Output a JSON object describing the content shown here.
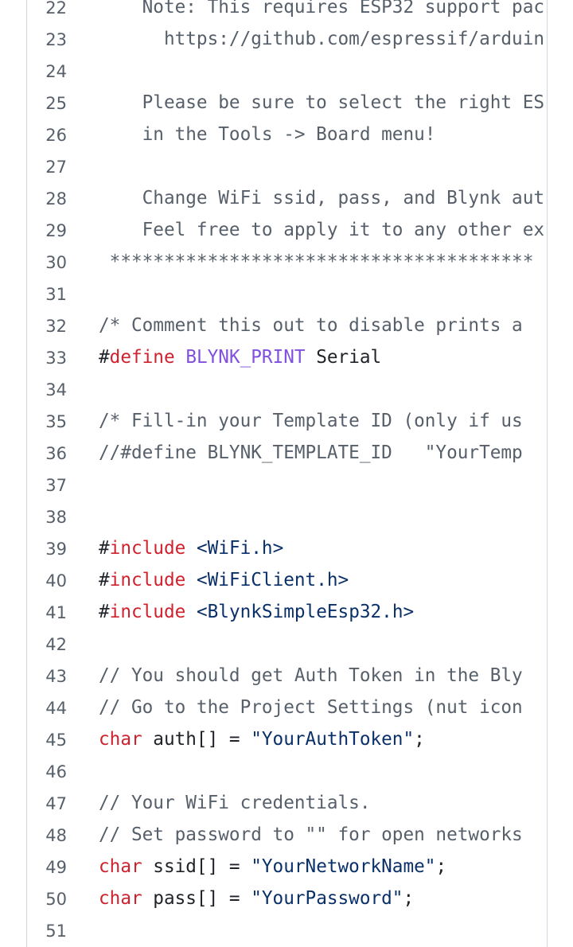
{
  "colors": {
    "comment": "#57606a",
    "keyword": "#cf222e",
    "macro": "#8250df",
    "string": "#0a3069",
    "plain": "#1f2328",
    "line_number": "#57606a",
    "border": "#d0d7de"
  },
  "lines": [
    {
      "num": "22",
      "tokens": [
        {
          "t": "c",
          "s": "    Note: This requires ESP32 support pac"
        }
      ]
    },
    {
      "num": "23",
      "tokens": [
        {
          "t": "c",
          "s": "      https://github.com/espressif/arduin"
        }
      ]
    },
    {
      "num": "24",
      "tokens": []
    },
    {
      "num": "25",
      "tokens": [
        {
          "t": "c",
          "s": "    Please be sure to select the right ES"
        }
      ]
    },
    {
      "num": "26",
      "tokens": [
        {
          "t": "c",
          "s": "    in the Tools -> Board menu!"
        }
      ]
    },
    {
      "num": "27",
      "tokens": []
    },
    {
      "num": "28",
      "tokens": [
        {
          "t": "c",
          "s": "    Change WiFi ssid, pass, and Blynk aut"
        }
      ]
    },
    {
      "num": "29",
      "tokens": [
        {
          "t": "c",
          "s": "    Feel free to apply it to any other ex"
        }
      ]
    },
    {
      "num": "30",
      "tokens": [
        {
          "t": "c",
          "s": " ***************************************"
        }
      ]
    },
    {
      "num": "31",
      "tokens": []
    },
    {
      "num": "32",
      "tokens": [
        {
          "t": "c",
          "s": "/* Comment this out to disable prints a"
        }
      ]
    },
    {
      "num": "33",
      "tokens": [
        {
          "t": "p",
          "s": "#"
        },
        {
          "t": "k",
          "s": "define"
        },
        {
          "t": "p",
          "s": " "
        },
        {
          "t": "m",
          "s": "BLYNK_PRINT"
        },
        {
          "t": "p",
          "s": " Serial"
        }
      ]
    },
    {
      "num": "34",
      "tokens": []
    },
    {
      "num": "35",
      "tokens": [
        {
          "t": "c",
          "s": "/* Fill-in your Template ID (only if us"
        }
      ]
    },
    {
      "num": "36",
      "tokens": [
        {
          "t": "c",
          "s": "//#define BLYNK_TEMPLATE_ID   \"YourTemp"
        }
      ]
    },
    {
      "num": "37",
      "tokens": []
    },
    {
      "num": "38",
      "tokens": []
    },
    {
      "num": "39",
      "tokens": [
        {
          "t": "p",
          "s": "#"
        },
        {
          "t": "k",
          "s": "include"
        },
        {
          "t": "p",
          "s": " "
        },
        {
          "t": "s",
          "s": "<WiFi.h>"
        }
      ]
    },
    {
      "num": "40",
      "tokens": [
        {
          "t": "p",
          "s": "#"
        },
        {
          "t": "k",
          "s": "include"
        },
        {
          "t": "p",
          "s": " "
        },
        {
          "t": "s",
          "s": "<WiFiClient.h>"
        }
      ]
    },
    {
      "num": "41",
      "tokens": [
        {
          "t": "p",
          "s": "#"
        },
        {
          "t": "k",
          "s": "include"
        },
        {
          "t": "p",
          "s": " "
        },
        {
          "t": "s",
          "s": "<BlynkSimpleEsp32.h>"
        }
      ]
    },
    {
      "num": "42",
      "tokens": []
    },
    {
      "num": "43",
      "tokens": [
        {
          "t": "c",
          "s": "// You should get Auth Token in the Bly"
        }
      ]
    },
    {
      "num": "44",
      "tokens": [
        {
          "t": "c",
          "s": "// Go to the Project Settings (nut icon"
        }
      ]
    },
    {
      "num": "45",
      "tokens": [
        {
          "t": "k",
          "s": "char"
        },
        {
          "t": "p",
          "s": " auth[] = "
        },
        {
          "t": "s",
          "s": "\"YourAuthToken\""
        },
        {
          "t": "p",
          "s": ";"
        }
      ]
    },
    {
      "num": "46",
      "tokens": []
    },
    {
      "num": "47",
      "tokens": [
        {
          "t": "c",
          "s": "// Your WiFi credentials."
        }
      ]
    },
    {
      "num": "48",
      "tokens": [
        {
          "t": "c",
          "s": "// Set password to \"\" for open networks"
        }
      ]
    },
    {
      "num": "49",
      "tokens": [
        {
          "t": "k",
          "s": "char"
        },
        {
          "t": "p",
          "s": " ssid[] = "
        },
        {
          "t": "s",
          "s": "\"YourNetworkName\""
        },
        {
          "t": "p",
          "s": ";"
        }
      ]
    },
    {
      "num": "50",
      "tokens": [
        {
          "t": "k",
          "s": "char"
        },
        {
          "t": "p",
          "s": " pass[] = "
        },
        {
          "t": "s",
          "s": "\"YourPassword\""
        },
        {
          "t": "p",
          "s": ";"
        }
      ]
    },
    {
      "num": "51",
      "tokens": []
    }
  ]
}
